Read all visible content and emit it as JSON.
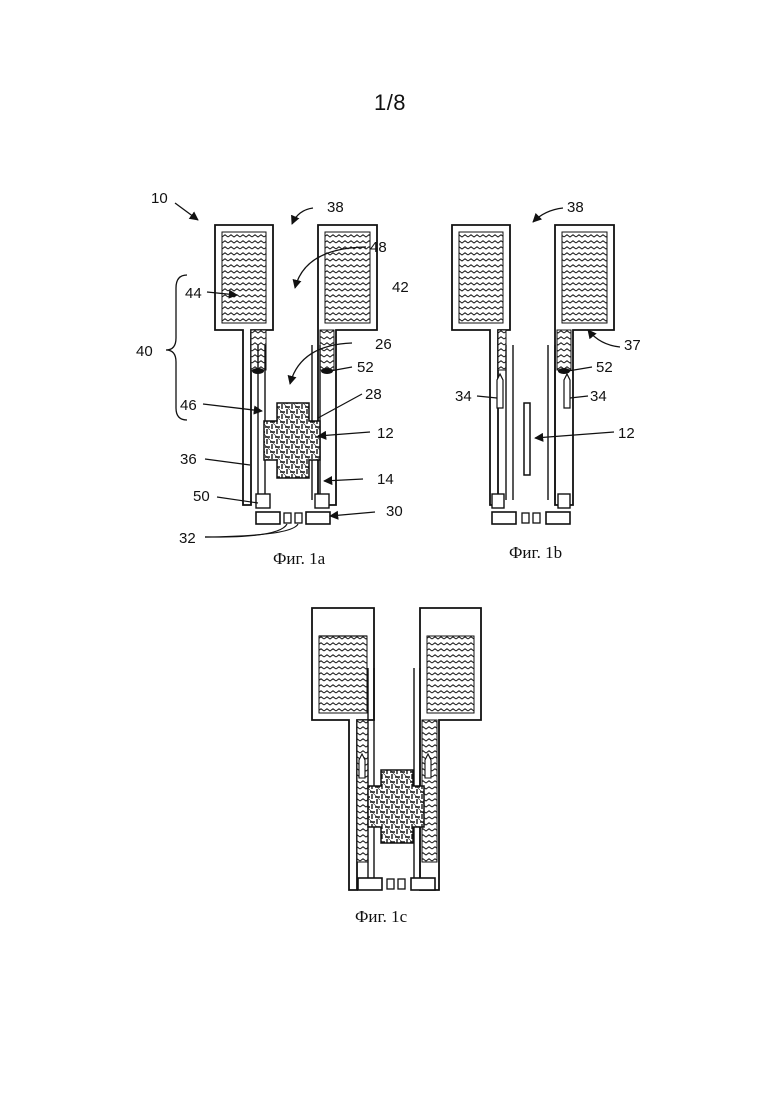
{
  "page": {
    "number": "1/8"
  },
  "figures": [
    {
      "caption": "Фиг. 1a",
      "labels": {
        "l10": "10",
        "l38": "38",
        "l48": "48",
        "l44": "44",
        "l42": "42",
        "l40": "40",
        "l26": "26",
        "l52": "52",
        "l28": "28",
        "l46": "46",
        "l12": "12",
        "l36": "36",
        "l14": "14",
        "l50": "50",
        "l30": "30",
        "l32": "32"
      }
    },
    {
      "caption": "Фиг. 1b",
      "labels": {
        "l38": "38",
        "l37": "37",
        "l52": "52",
        "l34a": "34",
        "l34b": "34",
        "l12": "12"
      }
    },
    {
      "caption": "Фиг. 1c",
      "labels": {}
    }
  ]
}
